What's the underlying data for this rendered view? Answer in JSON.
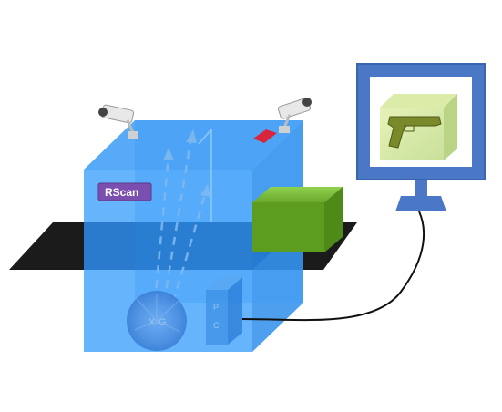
{
  "scanner": {
    "badge_label": "RScan",
    "source_label": "X-G",
    "pc_label": "P C"
  },
  "monitor": {
    "screen_content": "gun-in-box-icon"
  },
  "colors": {
    "scanner_face": "#3399ff",
    "scanner_front": "#4da6ff",
    "belt": "#1a1a1a",
    "box_front": "#5a9a1f",
    "box_top": "#7bc043",
    "monitor_frame": "#4472c4",
    "badge": "#7b4fb0",
    "laser": "#d9253b"
  }
}
